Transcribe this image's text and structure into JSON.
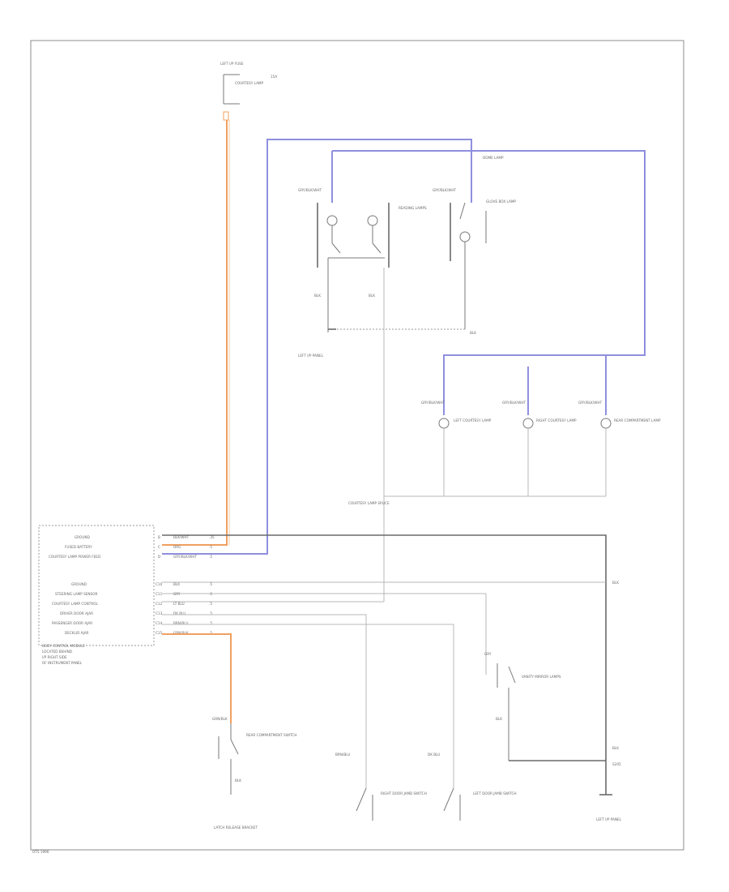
{
  "colors": {
    "blue_wire": "#8f8fdf",
    "orange_wire": "#f0a060",
    "black_wire": "#6a6a6a",
    "gray_wire": "#b9b9b9"
  },
  "labels": {
    "fuse_top": "LEFT I/P FUSE",
    "fuse_top2": "COURTESY LAMP",
    "fuse_side": "15A",
    "ground_left": "LEFT I/P PANEL",
    "ground_right": "LEFT I/P PANEL",
    "splice_center": "COURTESY LAMP SPLICE",
    "module": [
      "BODY CONTROL MODULE",
      "LOCATED BEHIND",
      "I/P RIGHT SIDE",
      "OF INSTRUMENT PANEL"
    ],
    "rear_bracket": "LATCH RELEASE BRACKET",
    "rear_switch": "REAR COMPARTMENT SWITCH",
    "right_door": "RIGHT DOOR JAMB SWITCH",
    "left_door": "LEFT DOOR JAMB SWITCH",
    "glove_lamp": "GLOVE BOX LAMP",
    "door_lamp1": "LEFT COURTESY LAMP",
    "door_lamp2": "RIGHT COURTESY LAMP",
    "rear_lamp": "REAR COMPARTMENT LAMP",
    "reading": "READING LAMPS",
    "vanity": "VANITY MIRROR LAMPS",
    "dome": "DOME LAMP",
    "footer": "OTS 1996"
  },
  "pins_top": [
    {
      "pin": "B",
      "color": "BLK/WHT",
      "gauge": ".35",
      "name": "GROUND"
    },
    {
      "pin": "C",
      "color": "ORG",
      "gauge": ".5",
      "name": "FUSED BATTERY"
    },
    {
      "pin": "D",
      "color": "GRY/BLK/WHT",
      "gauge": ".5",
      "name": "COURTESY LAMP POWER FEED"
    }
  ],
  "pins_bottom": [
    {
      "pin": "C10",
      "color": "BLK",
      "gauge": ".5",
      "name": "GROUND"
    },
    {
      "pin": "C11",
      "color": "GRY",
      "gauge": ".5",
      "name": "STEERING LAMP SENSOR"
    },
    {
      "pin": "C12",
      "color": "LT BLU",
      "gauge": ".5",
      "name": "COURTESY LAMP CONTROL"
    },
    {
      "pin": "C13",
      "color": "DK BLU",
      "gauge": ".5",
      "name": "DRIVER DOOR AJAR"
    },
    {
      "pin": "C14",
      "color": "BRN/BLU",
      "gauge": ".5",
      "name": "PASSENGER DOOR AJAR"
    },
    {
      "pin": "C15",
      "color": "GRN/BLK",
      "gauge": ".5",
      "name": "DECKLID AJAR"
    }
  ]
}
